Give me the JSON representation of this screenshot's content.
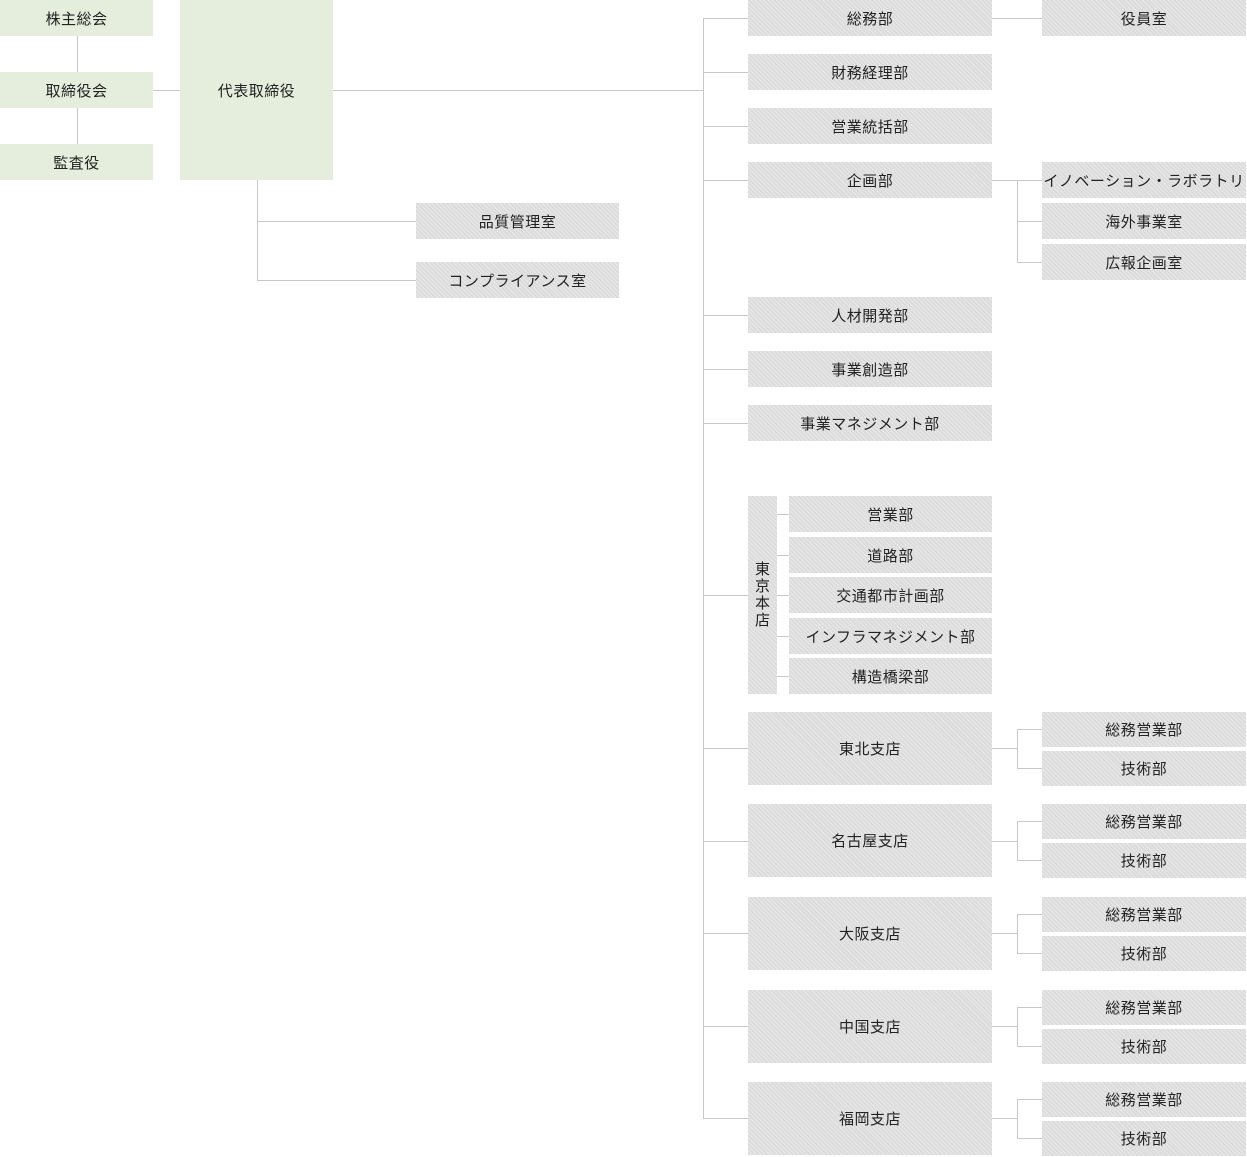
{
  "governance": {
    "shareholders": "株主総会",
    "board": "取締役会",
    "auditor": "監査役",
    "ceo": "代表取締役"
  },
  "ceo_offices": [
    "品質管理室",
    "コンプライアンス室"
  ],
  "departments": {
    "general_affairs": "総務部",
    "officers_office": "役員室",
    "finance": "財務経理部",
    "sales_control": "営業統括部",
    "planning": "企画部",
    "planning_sub": [
      "イノベーション・ラボラトリ",
      "海外事業室",
      "広報企画室"
    ],
    "hr": "人材開発部",
    "business_creation": "事業創造部",
    "business_management": "事業マネジメント部"
  },
  "tokyo": {
    "label": "東京本店",
    "departments": [
      "営業部",
      "道路部",
      "交通都市計画部",
      "インフラマネジメント部",
      "構造橋梁部"
    ]
  },
  "branches": [
    {
      "name": "東北支店",
      "subs": [
        "総務営業部",
        "技術部"
      ]
    },
    {
      "name": "名古屋支店",
      "subs": [
        "総務営業部",
        "技術部"
      ]
    },
    {
      "name": "大阪支店",
      "subs": [
        "総務営業部",
        "技術部"
      ]
    },
    {
      "name": "中国支店",
      "subs": [
        "総務営業部",
        "技術部"
      ]
    },
    {
      "name": "福岡支店",
      "subs": [
        "総務営業部",
        "技術部"
      ]
    }
  ],
  "colors": {
    "governance_fill": "#e5eddd",
    "department_fill": "#dcdcdc",
    "connector": "#c8c8c8"
  }
}
